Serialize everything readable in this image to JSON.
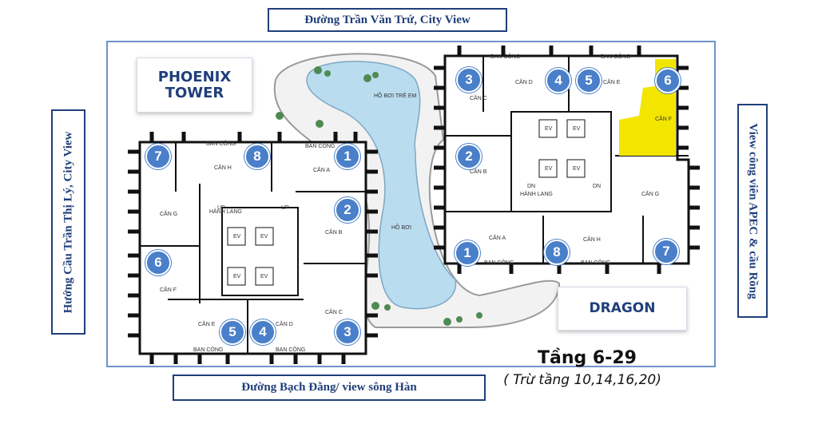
{
  "streets": {
    "top": "Đường Trần Văn Trứ, City View",
    "bottom": "Đường Bạch Đằng/ view sông Hàn",
    "left": "Hướng Cầu Trần Thị Lý, City View",
    "right": "View công viên APEC & cầu Rồng"
  },
  "towers": {
    "phoenix": "PHOENIX TOWER",
    "dragon": "DRAGON"
  },
  "floor": {
    "title": "Tầng 6-29",
    "subtitle": "( Trừ tầng 10,14,16,20)"
  },
  "pool_labels": {
    "kids_pool": "HỒ BƠI TRẺ EM",
    "pool": "HỒ BƠI"
  },
  "room_labels": {
    "balcony": "BAN CÔNG",
    "corridor": "HÀNH LANG",
    "elevator": "EV",
    "stair": "UP",
    "stair_dn": "DN"
  },
  "phoenix_units": [
    {
      "num": "1",
      "name": "CĂN A"
    },
    {
      "num": "2",
      "name": "CĂN B"
    },
    {
      "num": "3",
      "name": "CĂN C"
    },
    {
      "num": "4",
      "name": "CĂN D"
    },
    {
      "num": "5",
      "name": "CĂN E"
    },
    {
      "num": "6",
      "name": "CĂN F"
    },
    {
      "num": "7",
      "name": "CĂN G"
    },
    {
      "num": "8",
      "name": "CĂN H"
    }
  ],
  "dragon_units": [
    {
      "num": "1",
      "name": "CĂN A"
    },
    {
      "num": "2",
      "name": "CĂN B"
    },
    {
      "num": "3",
      "name": "CĂN C"
    },
    {
      "num": "4",
      "name": "CĂN D"
    },
    {
      "num": "5",
      "name": "CĂN E"
    },
    {
      "num": "6",
      "name": "CĂN F"
    },
    {
      "num": "7",
      "name": "CĂN G"
    },
    {
      "num": "8",
      "name": "CĂN H"
    }
  ],
  "colors": {
    "street_border": "#1f3f7a",
    "badge": "#4a7fc9",
    "pool": "#b9dcef",
    "highlight": "#f2e600"
  }
}
